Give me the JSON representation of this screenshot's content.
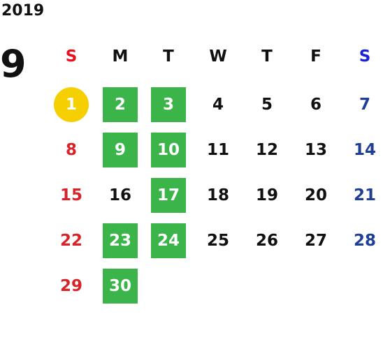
{
  "year": "2019",
  "month": "9",
  "weekdays": [
    {
      "label": "S",
      "color": "#e8101c"
    },
    {
      "label": "M",
      "color": "#111111"
    },
    {
      "label": "T",
      "color": "#111111"
    },
    {
      "label": "W",
      "color": "#111111"
    },
    {
      "label": "T",
      "color": "#111111"
    },
    {
      "label": "F",
      "color": "#111111"
    },
    {
      "label": "S",
      "color": "#1a22d6"
    }
  ],
  "first_weekday_index": 0,
  "days": [
    {
      "d": "1",
      "status": "today"
    },
    {
      "d": "2",
      "status": "highlighted"
    },
    {
      "d": "3",
      "status": "highlighted"
    },
    {
      "d": "4",
      "status": "normal"
    },
    {
      "d": "5",
      "status": "normal"
    },
    {
      "d": "6",
      "status": "normal"
    },
    {
      "d": "7",
      "status": "normal"
    },
    {
      "d": "8",
      "status": "normal"
    },
    {
      "d": "9",
      "status": "highlighted"
    },
    {
      "d": "10",
      "status": "highlighted"
    },
    {
      "d": "11",
      "status": "normal"
    },
    {
      "d": "12",
      "status": "normal"
    },
    {
      "d": "13",
      "status": "normal"
    },
    {
      "d": "14",
      "status": "normal"
    },
    {
      "d": "15",
      "status": "normal"
    },
    {
      "d": "16",
      "status": "normal"
    },
    {
      "d": "17",
      "status": "highlighted"
    },
    {
      "d": "18",
      "status": "normal"
    },
    {
      "d": "19",
      "status": "normal"
    },
    {
      "d": "20",
      "status": "normal"
    },
    {
      "d": "21",
      "status": "normal"
    },
    {
      "d": "22",
      "status": "normal"
    },
    {
      "d": "23",
      "status": "highlighted"
    },
    {
      "d": "24",
      "status": "highlighted"
    },
    {
      "d": "25",
      "status": "normal"
    },
    {
      "d": "26",
      "status": "normal"
    },
    {
      "d": "27",
      "status": "normal"
    },
    {
      "d": "28",
      "status": "normal"
    },
    {
      "d": "29",
      "status": "normal"
    },
    {
      "d": "30",
      "status": "highlighted"
    }
  ],
  "colors": {
    "highlight": "#3bb54a",
    "today": "#f6cf00",
    "sunday": "#d9232a",
    "saturday": "#1e3f94",
    "text": "#111111"
  }
}
